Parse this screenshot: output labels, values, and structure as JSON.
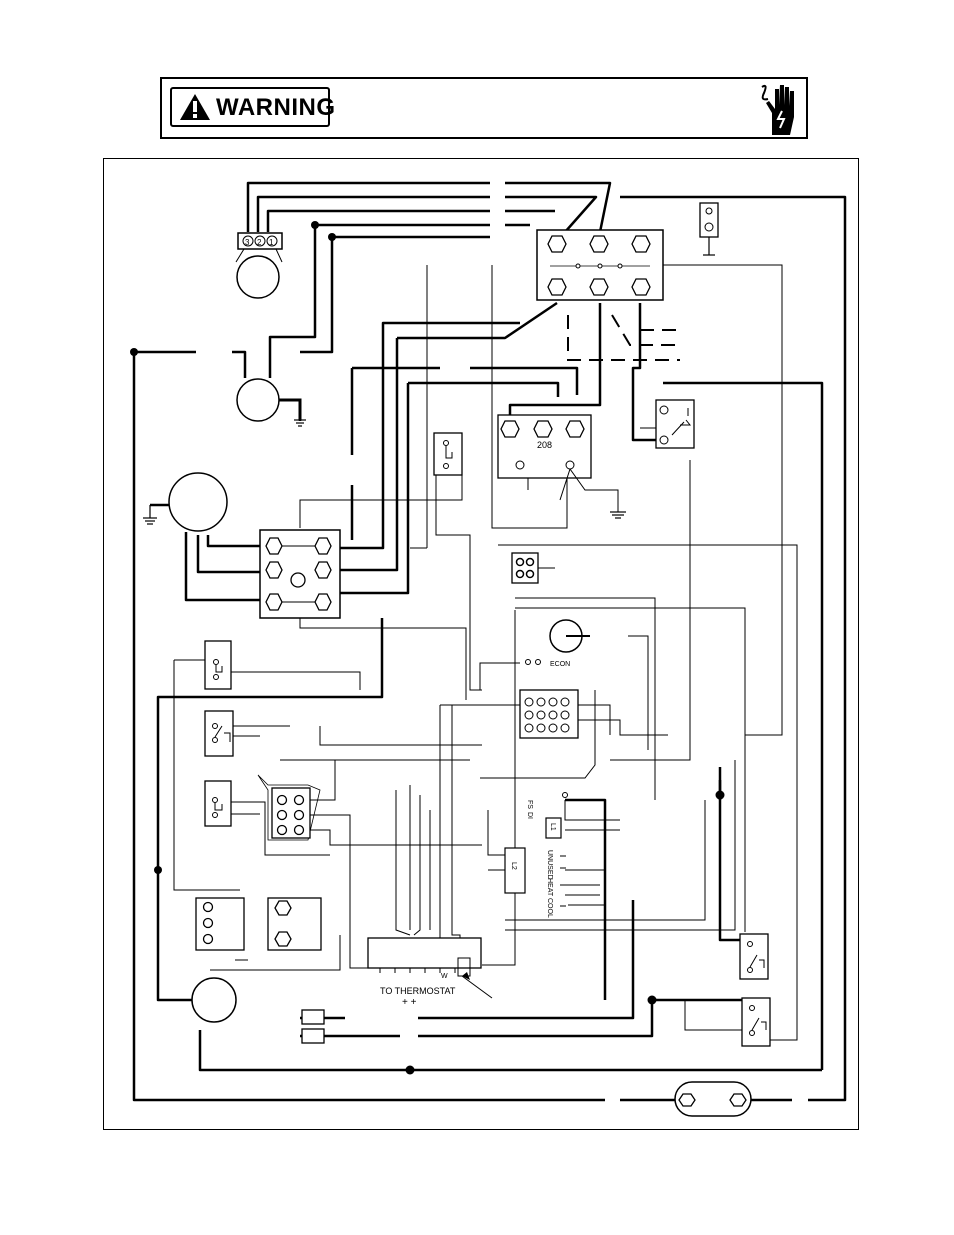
{
  "warning": {
    "label": "WARNING"
  },
  "diagram": {
    "motor_terminals": [
      "3",
      "2",
      "1"
    ],
    "transformer_label": "208",
    "econ_label": "ECON",
    "thermostat_label": "TO THERMOSTAT",
    "thermostat_plus": "+ +",
    "thermostat_w": "W",
    "ground_symbol": "⏚",
    "board_labels": [
      "HEAT",
      "COOL",
      "UNUSED",
      "L1",
      "L2",
      "FS",
      "DI"
    ]
  }
}
